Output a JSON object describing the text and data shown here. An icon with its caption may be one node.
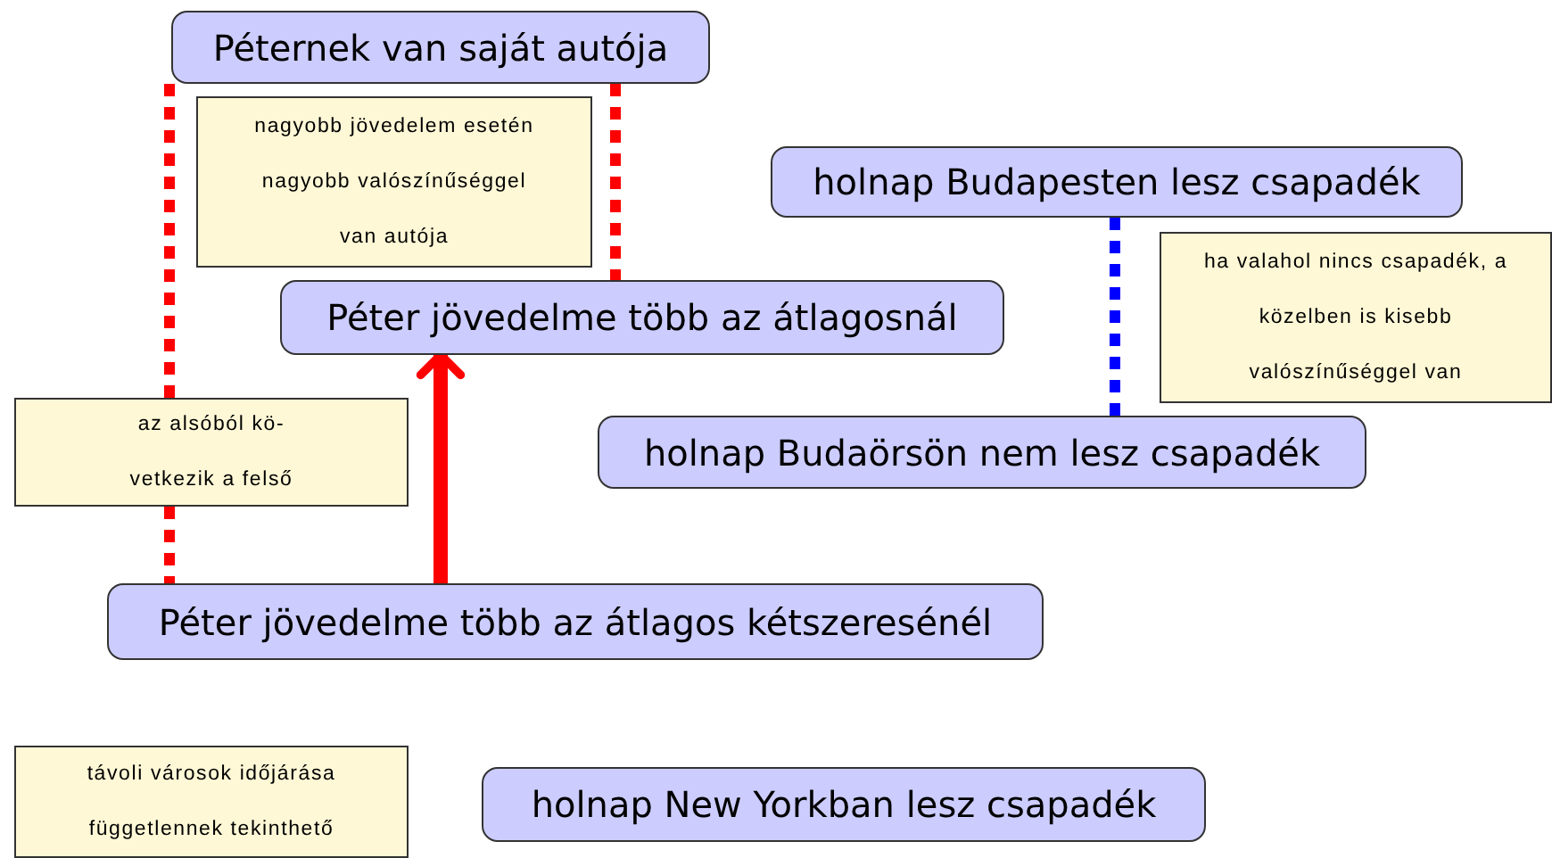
{
  "diagram": {
    "nodes": [
      {
        "text": [
          "Péternek van saját autója"
        ]
      },
      {
        "text": [
          "nagyobb jövedelem esetén nagyobb valószínűséggel van autója"
        ]
      },
      {
        "text": [
          "Péter jövedelme több az átlagosnál"
        ]
      },
      {
        "text": [
          "holnap Budapesten lesz csapadék"
        ]
      },
      {
        "text": [
          "ha valahol nincs csapadék, a közelben is kisebb valószínűséggel van"
        ]
      },
      {
        "text": [
          "az alsóból kö- vetkezik a felső"
        ]
      },
      {
        "text": [
          "holnap Budaörsön nem lesz csapadék"
        ]
      },
      {
        "text": [
          "Péter jövedelme több az átlagos kétszeresénél"
        ]
      },
      {
        "text": [
          "távoli városok időjárása függetlennek tekinthető"
        ]
      },
      {
        "text": [
          "holnap New Yorkban lesz csapadék"
        ]
      }
    ],
    "edges": [
      {
        "from": 0,
        "to": 5,
        "arrow": "none",
        "style": "dashed"
      },
      {
        "from": 5,
        "to": 7,
        "arrow": "none",
        "style": "dashed"
      },
      {
        "from": 0,
        "to": 2,
        "arrow": "none",
        "style": "dashed"
      },
      {
        "from": 7,
        "to": 2,
        "arrow": "to"
      },
      {
        "from": 3,
        "to": 6,
        "arrow": "none",
        "style": "dashed",
        "color": "#0000ff"
      }
    ]
  }
}
